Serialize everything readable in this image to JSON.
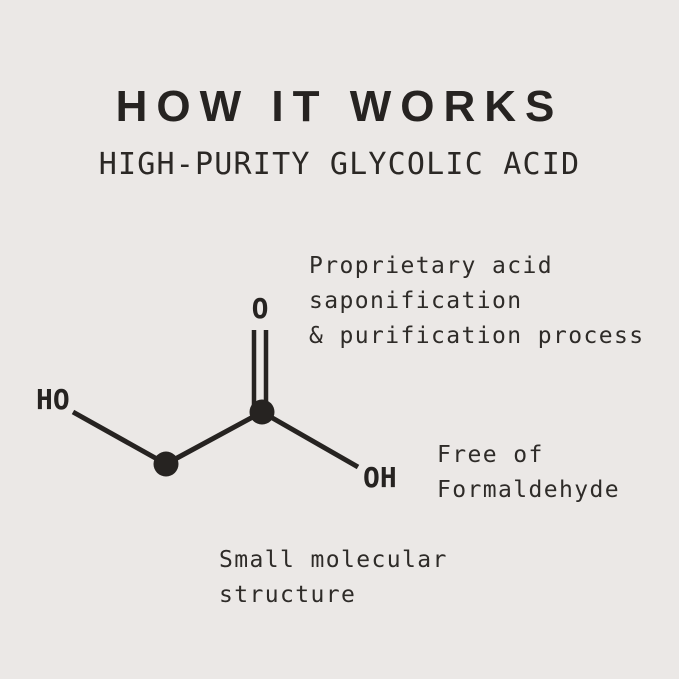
{
  "title": "HOW IT WORKS",
  "subtitle": "HIGH-PURITY GLYCOLIC ACID",
  "molecule": {
    "compound": "glycolic acid structural formula",
    "labels": {
      "left_hydroxyl": "HO",
      "carbonyl_oxygen": "O",
      "right_hydroxyl": "OH"
    }
  },
  "annotations": {
    "process": "Proprietary acid\nsaponification\n& purification process",
    "formaldehyde": "Free of\nFormaldehyde",
    "molecular_structure": "Small molecular\nstructure"
  },
  "colors": {
    "background": "#ebe8e6",
    "ink": "#262321"
  }
}
